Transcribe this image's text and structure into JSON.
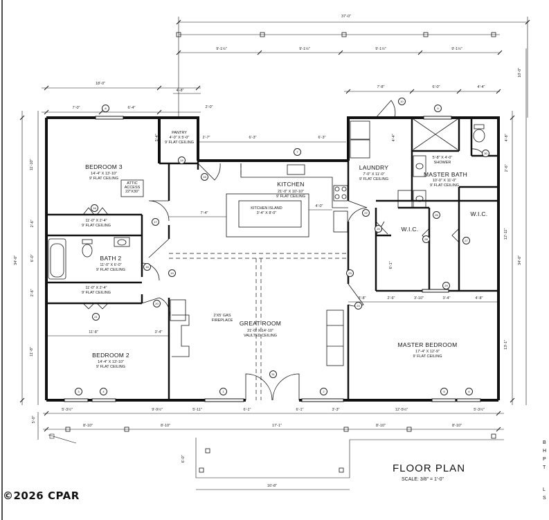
{
  "rooms": {
    "bedroom3": {
      "name": "BEDROOM 3",
      "size": "14'-4\" X 13'-10\"",
      "ceiling": "9' FLAT CEILING"
    },
    "attic": {
      "line1": "ATTIC",
      "line2": "ACCESS",
      "line3": "22\"X30\""
    },
    "pantry": {
      "name": "PANTRY",
      "size": "4'-0\" X 5'-0\"",
      "ceiling": "9' FLAT CEILING"
    },
    "kitchen": {
      "name": "KITCHEN",
      "size": "21'-0\" X 10'-10\"",
      "ceiling": "9' FLAT CEILING"
    },
    "island": {
      "name": "KITCHEN ISLAND",
      "size": "3'-4\" X 8'-0\""
    },
    "laundry": {
      "name": "LAUNDRY",
      "size": "7'-0\" X 11'-0\"",
      "ceiling": "9' FLAT CEILING"
    },
    "shower": {
      "size": "5'-8\" X 4'-0\"",
      "name": "SHOWER"
    },
    "master_bath": {
      "name": "MASTER BATH",
      "size": "10'-0\" X 11'-0\"",
      "ceiling": "9' FLAT CEILING"
    },
    "closet_upper": {
      "size": "11'-0\" X 2'-4\"",
      "ceiling": "9' FLAT CEILING"
    },
    "closet_lower": {
      "size": "11'-0\" X 2'-4\"",
      "ceiling": "9' FLAT CEILING"
    },
    "bath2": {
      "name": "BATH 2",
      "size": "11'-0\" X 6'-0\"",
      "ceiling": "9' FLAT CEILING"
    },
    "wic1": {
      "name": "W.I.C."
    },
    "wic2": {
      "name": "W.I.C."
    },
    "fireplace": {
      "line1": "2'X5' GAS",
      "line2": "FIREPLACE"
    },
    "great_room": {
      "name": "GREAT ROOM",
      "size": "21'-0\" X 14'-10\"",
      "ceiling": "VAULTED CEILING"
    },
    "bedroom2": {
      "name": "BEDROOM 2",
      "size": "14'-4\" X 13'-10\"",
      "ceiling": "9' FLAT CEILING"
    },
    "master_bedroom": {
      "name": "MASTER BEDROOM",
      "size": "17'-4\" X 12'-9\"",
      "ceiling": "9' FLAT CEILING"
    }
  },
  "dims": {
    "top_total": "37'-0\"",
    "top_segments": [
      "9'-1½\"",
      "9'-1½\"",
      "9'-1½\"",
      "9'-1½\""
    ],
    "left_wing": "18'-0\"",
    "porch_top": "4'-8\"",
    "porch_gap": "2'-0\"",
    "bed3_top_a": "7'-0\"",
    "bed3_top_b": "6'-4\"",
    "right_wing_a": "7'-8\"",
    "right_wing_b": "6'-0\"",
    "right_wing_c": "4'-4\"",
    "pantry_w": "2'-7\"",
    "kitchen_a": "6'-3\"",
    "kitchen_b": "6'-3\"",
    "hall_left": "7'-4\"",
    "island_right": "4'-0\"",
    "bed2_w": "11'-8\"",
    "bed2_gap": "3'-4\"",
    "mb_a": "3'-8\"",
    "mb_b": "2'-6\"",
    "mb_c": "3'-10\"",
    "mb_d": "3'-4\"",
    "mb_e": "4'-8\"",
    "bottom_row": [
      "5'-3½\"",
      "9'-9½\"",
      "5'-11\"",
      "6'-1\"",
      "6'-1\"",
      "3'-3\"",
      "12'-5½\"",
      "5'-3½\""
    ],
    "bottom_row2": [
      "8'-10\"",
      "8'-10\"",
      "17'-1\"",
      "8'-10\"",
      "8'-10\""
    ],
    "porch_bottom": "16'-8\"",
    "left_total": "34'-0\"",
    "right_total": "34'-0\"",
    "left_upper": "11'-10\"",
    "left_lower": "11'-8\"",
    "right_upper": "12'-11\"",
    "right_lower": "13'-1\"",
    "right_top": "10'-0\"",
    "left_small": [
      "5'-4\"",
      "2'-6\"",
      "6'-0\"",
      "2'-6\"",
      "4'-4\""
    ],
    "right_small": [
      "4'-8\"",
      "2'-6\"",
      "6'-1\""
    ],
    "lower_left_small": [
      "5'-0\"",
      "6'-0\""
    ]
  },
  "tags": [
    "8",
    "9",
    "10",
    "14",
    "15",
    "16",
    "17",
    "18",
    "19",
    "20",
    "21",
    "22",
    "23",
    "24",
    "25",
    "26",
    "27",
    "28",
    "29",
    "30",
    "31",
    "32",
    "33",
    "34",
    "1",
    "2",
    "3",
    "4",
    "5",
    "6",
    "7"
  ],
  "title": {
    "name": "FLOOR PLAN",
    "scale": "SCALE: 3/8\" = 1'-0\""
  },
  "copyright": "©2026 CPAR",
  "edge_text": [
    "B",
    "H",
    "P",
    "T",
    "L",
    "S"
  ]
}
